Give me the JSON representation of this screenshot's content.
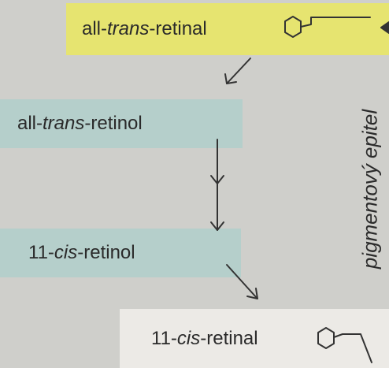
{
  "boxes": {
    "all_trans_retinal": {
      "prefix": "all-",
      "italic": "trans",
      "suffix": "-retinal"
    },
    "all_trans_retinol": {
      "prefix": "all-",
      "italic": "trans",
      "suffix": "-retinol"
    },
    "cis_retinol": {
      "prefix": "11-",
      "italic": "cis",
      "suffix": "-retinol"
    },
    "cis_retinal": {
      "prefix": "11-",
      "italic": "cis",
      "suffix": "-retinal"
    }
  },
  "side_label": "pigmentový epitel",
  "colors": {
    "background": "#cfcfcb",
    "retinal_box": "#e6e470",
    "retinol_box": "#b5cfcb",
    "cis_retinal_box": "#eceae6",
    "ink": "#2a2a2a"
  }
}
